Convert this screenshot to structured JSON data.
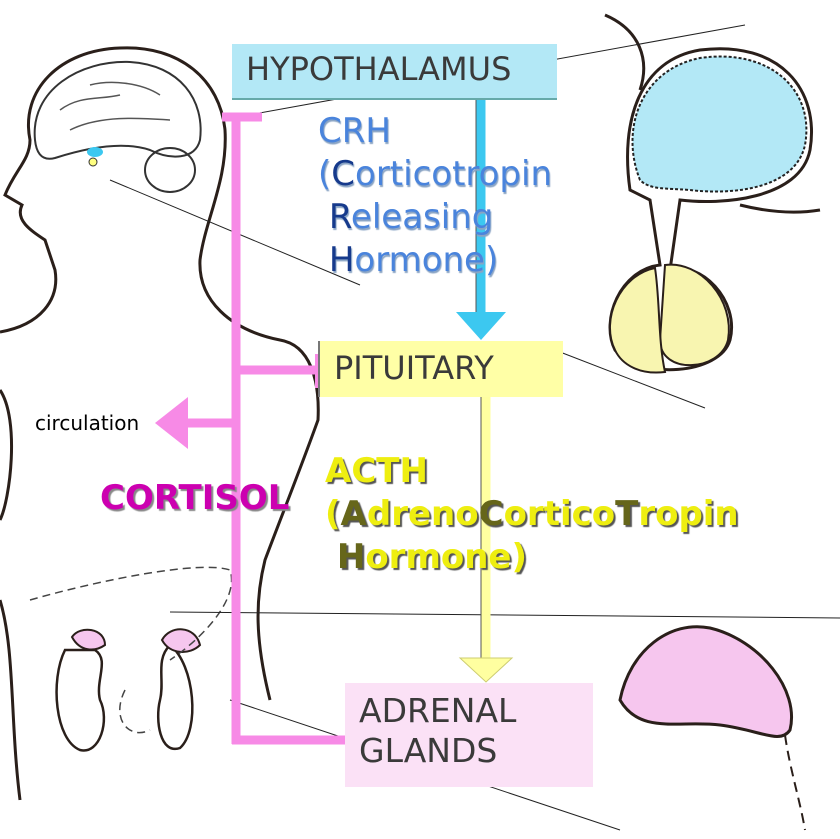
{
  "boxes": {
    "hypothalamus": "HYPOTHALAMUS",
    "pituitary": "PITUITARY",
    "adrenal_line1": "ADRENAL",
    "adrenal_line2": "GLANDS"
  },
  "crh": {
    "abbr": "CRH",
    "line1_open": "(",
    "line1_initial": "C",
    "line1_rest": "orticotropin",
    "line2_initial": "R",
    "line2_rest": "eleasing",
    "line3_initial": "H",
    "line3_rest": "ormone)"
  },
  "acth": {
    "abbr": "ACTH",
    "line1_open": "(",
    "a_initial": "A",
    "a_rest": "dreno",
    "c_initial": "C",
    "c_rest": "ortico",
    "t_initial": "T",
    "t_rest": "ropin",
    "line3_initial": "H",
    "line3_rest": "ormone)"
  },
  "cortisol": "CORTISOL",
  "circulation": "circulation",
  "colors": {
    "hypothalamus": "#b3e8f6",
    "crh_arrow": "#3cc8f0",
    "pituitary": "#ffffa6",
    "acth_arrow": "#ffffa0",
    "adrenal": "#fbe1f6",
    "cortisol_feedback": "#f78ae6",
    "cortisol_text": "#cc00b0"
  }
}
